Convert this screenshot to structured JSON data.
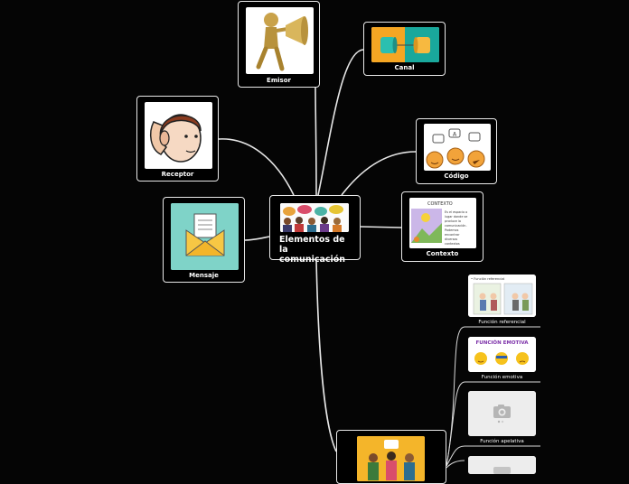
{
  "central": {
    "label": "Elementos de la comunicación"
  },
  "branches": {
    "emisor": "Emisor",
    "canal": "Canal",
    "receptor": "Receptor",
    "codigo": "Código",
    "mensaje": "Mensaje",
    "contexto": "Contexto"
  },
  "contexto_image": {
    "title": "CONTEXTO",
    "lines": [
      "Es el espacio o",
      "lugar donde se",
      "produce la",
      "comunicación.",
      "Podemos",
      "encontrar",
      "diversos",
      "contextos"
    ]
  },
  "functions": {
    "referencial": "Función referencial",
    "referencial_image_text": "• Función referencial",
    "emotiva": "Función emotiva",
    "emotiva_image_title": "FUNCIÓN EMOTIVA",
    "apelativa": "Función apelativa"
  },
  "colors": {
    "background": "#050505",
    "node_border": "#e9e9e9",
    "connector": "#e6e6e6",
    "mensaje_teal": "#7fd3c8",
    "canal_orange": "#f5a623",
    "canal_teal": "#19a89c"
  }
}
